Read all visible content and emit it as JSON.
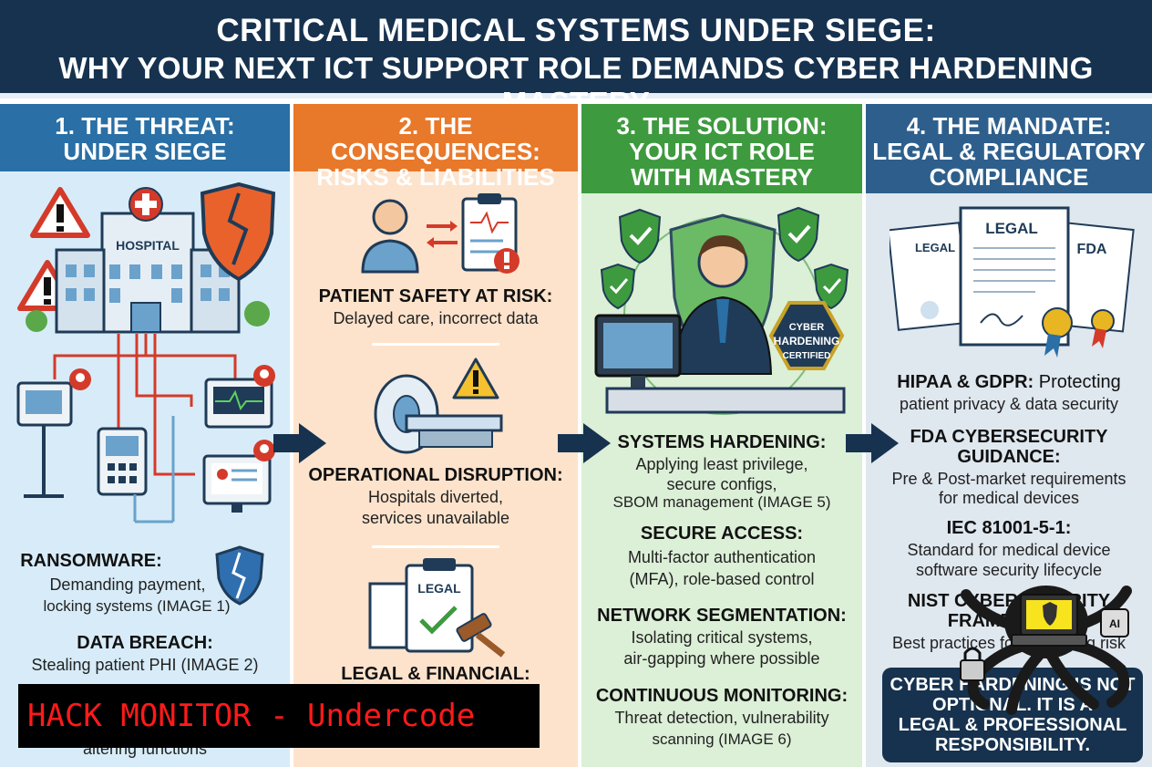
{
  "header": {
    "line1": "CRITICAL MEDICAL SYSTEMS UNDER SIEGE:",
    "line2": "WHY YOUR NEXT ICT SUPPORT ROLE DEMANDS CYBER HARDENING MASTERY"
  },
  "columns": [
    {
      "title_line1": "1. THE THREAT:",
      "title_line2": "UNDER SIEGE",
      "hospital_label": "HOSPITAL",
      "items": [
        {
          "title": "RANSOMWARE:",
          "text1": "Demanding payment,",
          "text2": "locking systems (IMAGE 1)"
        },
        {
          "title": "DATA BREACH:",
          "text1": "Stealing patient PHI (IMAGE 2)"
        },
        {
          "text1": "altering functions"
        }
      ]
    },
    {
      "title_line1": "2. THE CONSEQUENCES:",
      "title_line2": "RISKS & LIABILITIES",
      "legal_label": "LEGAL",
      "items": [
        {
          "title": "PATIENT SAFETY AT RISK:",
          "text1": "Delayed care, incorrect data"
        },
        {
          "title": "OPERATIONAL DISRUPTION:",
          "text1": "Hospitals diverted,",
          "text2": "services unavailable"
        },
        {
          "title": "LEGAL & FINANCIAL:"
        }
      ]
    },
    {
      "title_line1": "3. THE SOLUTION:",
      "title_line2": "YOUR ICT ROLE",
      "title_line3": "WITH MASTERY",
      "badge": {
        "line1": "CYBER",
        "line2": "HARDENING",
        "line3": "CERTIFIED"
      },
      "items": [
        {
          "title": "SYSTEMS HARDENING:",
          "text1": "Applying least privilege,",
          "text2": "secure configs,",
          "text3": "SBOM management (IMAGE 5)"
        },
        {
          "title": "SECURE ACCESS:",
          "text1": "Multi-factor authentication",
          "text2": "(MFA), role-based control"
        },
        {
          "title": "NETWORK SEGMENTATION:",
          "text1": "Isolating critical systems,",
          "text2": "air-gapping where possible"
        },
        {
          "title": "CONTINUOUS MONITORING:",
          "text1": "Threat detection, vulnerability",
          "text2": "scanning (IMAGE 6)"
        }
      ]
    },
    {
      "title_line1": "4. THE MANDATE:",
      "title_line2": "LEGAL & REGULATORY",
      "title_line3": "COMPLIANCE",
      "doc_labels": [
        "LEGAL",
        "LEGAL",
        "FDA"
      ],
      "items": [
        {
          "title": "HIPAA & GDPR:",
          "title_rest": " Protecting",
          "text1": "patient privacy & data security"
        },
        {
          "title": "FDA CYBERSECURITY",
          "title2": "GUIDANCE:",
          "text1": "Pre & Post-market requirements",
          "text2": "for medical devices"
        },
        {
          "title": "IEC 81001-5-1:",
          "text1": "Standard for medical device",
          "text2": "software security lifecycle"
        },
        {
          "title": "NIST CYBERSECURITY",
          "title2": "FRAMEWORK",
          "text1": "Best practices for managing risk"
        }
      ],
      "callout": {
        "line1": "CYBER HARDENING IS NOT",
        "line2": "OPTIONAL. IT IS A",
        "line3": "LEGAL & PROFESSIONAL",
        "line4": "RESPONSIBILITY."
      }
    }
  ],
  "watermark": {
    "text": "HACK MONITOR - Undercode"
  },
  "colors": {
    "header": "#16324f",
    "threat": "#2a6fa5",
    "consequences": "#e8782a",
    "solution": "#3e9a3f",
    "mandate": "#2e5f8c"
  }
}
